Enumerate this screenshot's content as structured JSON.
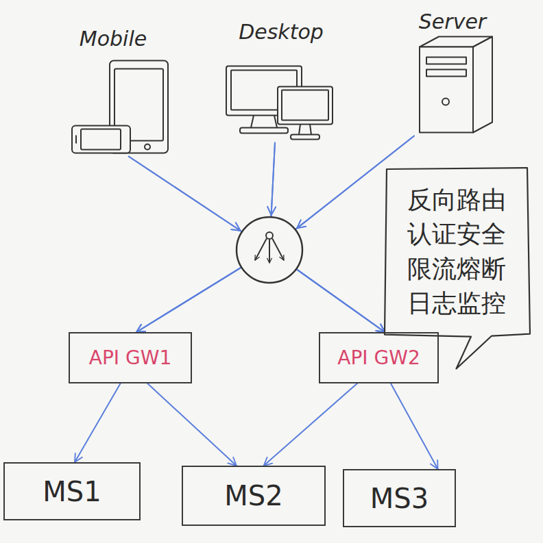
{
  "diagram": {
    "nodes": [
      {
        "text": [
          "Mobile"
        ]
      },
      {
        "text": [
          "Desktop"
        ]
      },
      {
        "text": [
          "Server"
        ]
      },
      {
        "text": [
          "反向路由 认证安全 限流熔断 日志监控"
        ]
      },
      {
        "text": [
          "API GW1"
        ]
      },
      {
        "text": [
          "API GW2"
        ]
      },
      {
        "text": [
          "MS1"
        ]
      },
      {
        "text": [
          "MS2"
        ]
      },
      {
        "text": [
          "MS3"
        ]
      }
    ],
    "edges": [
      {
        "from": 0,
        "to": 4,
        "arrow": "to"
      },
      {
        "from": 0,
        "to": 5,
        "arrow": "to"
      },
      {
        "from": 1,
        "to": 4,
        "arrow": "to"
      },
      {
        "from": 1,
        "to": 5,
        "arrow": "to"
      },
      {
        "from": 2,
        "to": 4,
        "arrow": "to"
      },
      {
        "from": 2,
        "to": 5,
        "arrow": "to"
      },
      {
        "from": 4,
        "to": 6,
        "arrow": "to"
      },
      {
        "from": 4,
        "to": 7,
        "arrow": "to"
      },
      {
        "from": 5,
        "to": 7,
        "arrow": "to"
      },
      {
        "from": 5,
        "to": 8,
        "arrow": "to"
      }
    ]
  }
}
